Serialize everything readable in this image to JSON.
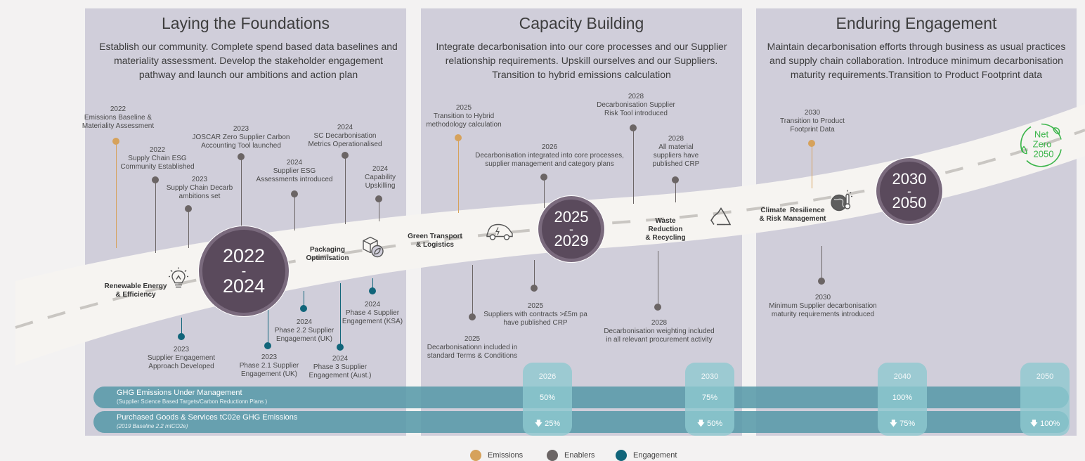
{
  "panels": [
    {
      "title": "Laying the Foundations",
      "desc": "Establish our community. Complete spend based data baselines and materiality assessment. Develop the stakeholder engagement pathway and launch our ambitions and action plan"
    },
    {
      "title": "Capacity Building",
      "desc": "Integrate decarbonisation into our core processes and our Supplier relationship requirements. Upskill ourselves and our Suppliers. Transition to hybrid emissions calculation"
    },
    {
      "title": "Enduring Engagement",
      "desc": "Maintain decarbonisation efforts through business as usual practices and supply chain collaboration. Introduce minimum decarbonisation maturity requirements.Transition to Product Footprint data"
    }
  ],
  "milestones": {
    "m1": "2022\nEmissions Baseline &\nMateriality Assessment",
    "m2": "2022\nSupply Chain ESG\nCommunity Established",
    "m3": "2023\nSupply Chain Decarb\nambitions set",
    "m4": "2023\nJOSCAR Zero Supplier Carbon\nAccounting Tool launched",
    "m5": "2024\nSupplier ESG\nAssessments introduced",
    "m6": "2024\nSC Decarbonisation\nMetrics Operationalised",
    "m7": "2024\nCapability\nUpskilling",
    "m8": "2023\nSupplier Engagement\nApproach Developed",
    "m9": "2023\nPhase 2.1 Supplier\nEngagement (UK)",
    "m10": "2024\nPhase 2.2 Supplier\nEngagement (UK)",
    "m11": "2024\nPhase 3 Supplier\nEngagement (Aust.)",
    "m12": "2024\nPhase 4 Supplier\nEngagement (KSA)",
    "m13": "2025\nTransition to Hybrid\nmethodology calculation",
    "m14": "2026\nDecarbonisation integrated into core processes,\nsupplier management and category plans",
    "m15": "2028\nDecarbonisation Supplier\nRisk Tool introduced",
    "m16": "2028\nAll material\nsuppliers have\npublished CRP",
    "m17": "2025\nDecarbonisationn included in\nstandard Terms & Conditions",
    "m18": "2025\nSuppliers with contracts >£5m pa\nhave published CRP",
    "m19": "2028\nDecarbonisation weighting included\nin all relevant procurement activity",
    "m20": "2030\nTransition to Product\nFootprint Data",
    "m21": "2030\nMinimum Supplier decarbonisation\nmaturity requirements introduced"
  },
  "badges": [
    {
      "start": "2022",
      "dash": "-",
      "end": "2024"
    },
    {
      "start": "2025",
      "dash": "-",
      "end": "2029"
    },
    {
      "start": "2030",
      "dash": "-",
      "end": "2050"
    }
  ],
  "themes": {
    "renewable": "Renewable Energy\n& Efficiency",
    "packaging": "Packaging\nOptimisation",
    "transport": "Green Transport\n& Logistics",
    "waste": "Waste\nReduction\n& Recycling",
    "climate": "Climate  Resilience\n& Risk Management"
  },
  "netzero": {
    "l1": "Net",
    "l2": "Zero",
    "l3": "2050"
  },
  "targets": {
    "row1": {
      "title": "GHG Emissions Under Management",
      "sub": "(Supplier Science Based Targets/Carbon Reductionn Plans )"
    },
    "row2": {
      "title": "Purchased Goods & Services  tC02e GHG Emissions",
      "sub": "(2019 Baseline 2.2 mtCO2e)"
    },
    "years": [
      {
        "year": "2026",
        "v1": "50%",
        "v2": "25%"
      },
      {
        "year": "2030",
        "v1": "75%",
        "v2": "50%"
      },
      {
        "year": "2040",
        "v1": "100%",
        "v2": "75%"
      },
      {
        "year": "2050",
        "v1": "",
        "v2": "100%"
      }
    ]
  },
  "legend": [
    {
      "label": "Emissions",
      "color": "#d6a25b"
    },
    {
      "label": "Enablers",
      "color": "#6b6565"
    },
    {
      "label": "Engagement",
      "color": "#11657a"
    }
  ],
  "colors": {
    "emissions": "#d6a25b",
    "enablers": "#6b6565",
    "engagement": "#11657a",
    "badge": "#5a4a5c",
    "target_bar": "#589aa8"
  }
}
